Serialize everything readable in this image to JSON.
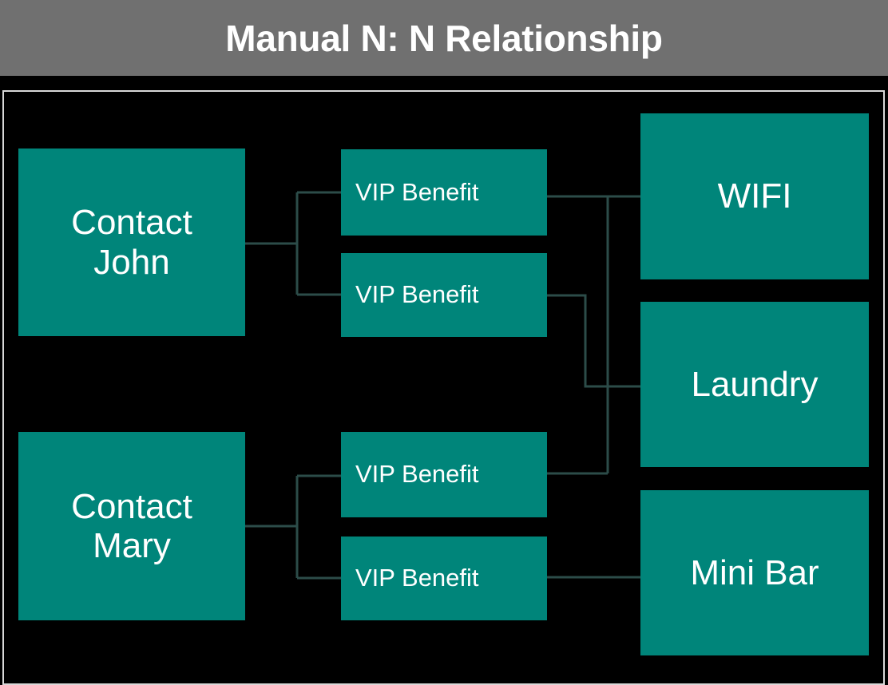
{
  "header": {
    "title": "Manual N: N Relationship",
    "background": "#707070",
    "text_color": "#ffffff"
  },
  "canvas": {
    "background": "#000000",
    "border_color": "#d8d8d8"
  },
  "theme": {
    "node_fill": "#00857a",
    "node_text": "#ffffff",
    "connector_color": "#2c4c49"
  },
  "diagram": {
    "type": "entity-relationship",
    "contacts": [
      {
        "id": "contact-john",
        "label": "Contact\nJohn"
      },
      {
        "id": "contact-mary",
        "label": "Contact\nMary"
      }
    ],
    "benefits": [
      {
        "id": "benefit-1",
        "label": "VIP Benefit"
      },
      {
        "id": "benefit-2",
        "label": "VIP Benefit"
      },
      {
        "id": "benefit-3",
        "label": "VIP Benefit"
      },
      {
        "id": "benefit-4",
        "label": "VIP Benefit"
      }
    ],
    "services": [
      {
        "id": "wifi",
        "label": "WIFI"
      },
      {
        "id": "laundry",
        "label": "Laundry"
      },
      {
        "id": "minibar",
        "label": "Mini Bar"
      }
    ],
    "links": [
      {
        "from": "contact-john",
        "to": "benefit-1"
      },
      {
        "from": "contact-john",
        "to": "benefit-2"
      },
      {
        "from": "contact-mary",
        "to": "benefit-3"
      },
      {
        "from": "contact-mary",
        "to": "benefit-4"
      },
      {
        "from": "benefit-1",
        "to": "wifi"
      },
      {
        "from": "benefit-2",
        "to": "laundry"
      },
      {
        "from": "benefit-3",
        "to": "wifi"
      },
      {
        "from": "benefit-4",
        "to": "minibar"
      }
    ]
  }
}
